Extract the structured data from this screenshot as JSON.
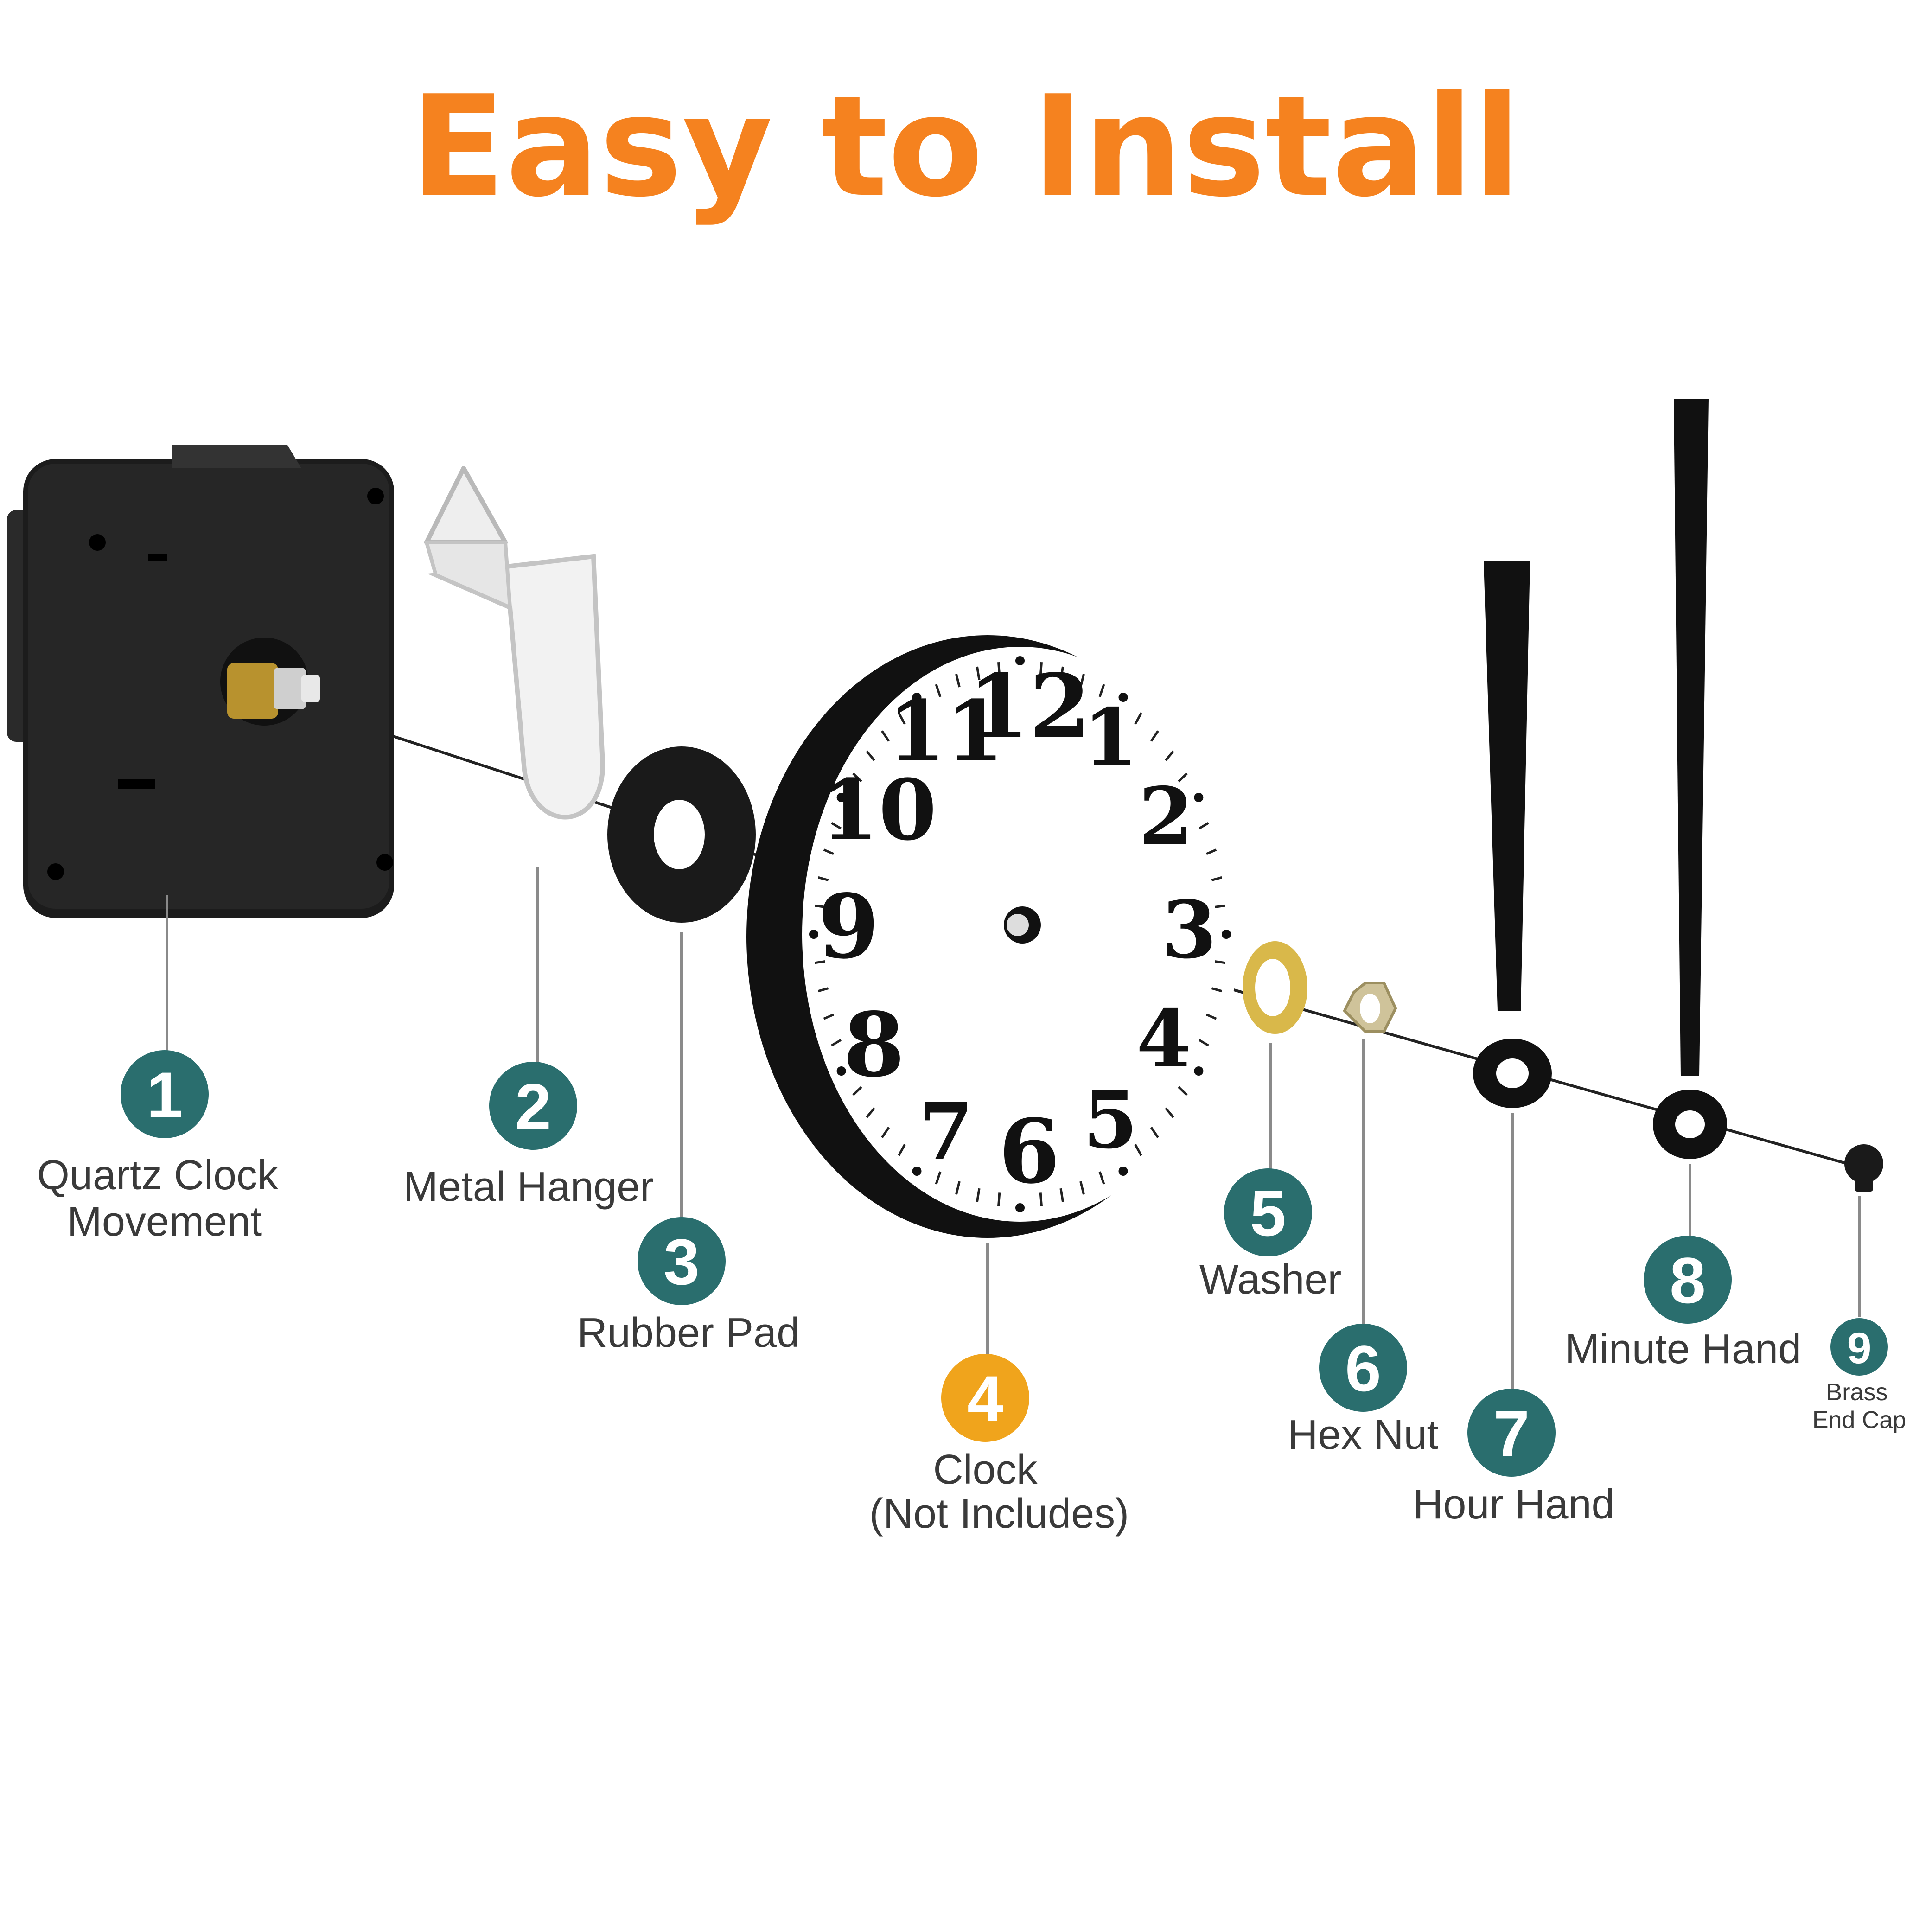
{
  "title": "Easy to Install",
  "colors": {
    "title": "#f5821f",
    "badge": "#2a6e6e",
    "badge_highlight": "#f0a41c",
    "label": "#3a3a3a",
    "black_parts": "#111111",
    "brass": "#d9b84a"
  },
  "parts": [
    {
      "number": "1",
      "name": "Quartz Clock",
      "name2": "Movement"
    },
    {
      "number": "2",
      "name": "Metal Hanger"
    },
    {
      "number": "3",
      "name": "Rubber Pad"
    },
    {
      "number": "4",
      "name": "Clock",
      "name2": "(Not Includes)",
      "highlight": true
    },
    {
      "number": "5",
      "name": "Washer"
    },
    {
      "number": "6",
      "name": "Hex Nut"
    },
    {
      "number": "7",
      "name": "Hour Hand"
    },
    {
      "number": "8",
      "name": "Minute Hand"
    },
    {
      "number": "9",
      "name": "Brass",
      "name2": "End Cap"
    }
  ],
  "clock_face_numerals": [
    "12",
    "1",
    "2",
    "3",
    "4",
    "5",
    "6",
    "7",
    "8",
    "9",
    "10",
    "11"
  ]
}
